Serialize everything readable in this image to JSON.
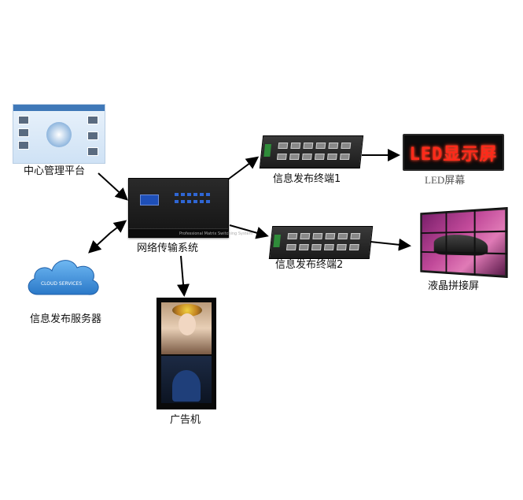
{
  "nodes": {
    "platform": {
      "label": "中心管理平台"
    },
    "network": {
      "label": "网络传输系统",
      "device_text": "Professional Matrix Switching System"
    },
    "terminal1": {
      "label": "信息发布终端1"
    },
    "terminal2": {
      "label": "信息发布终端2"
    },
    "led": {
      "label": "LED屏幕",
      "sign_text": "LED显示屏"
    },
    "videowall": {
      "label": "液晶拼接屏"
    },
    "cloud": {
      "label": "信息发布服务器",
      "cloud_text": "CLOUD SERVICES"
    },
    "kiosk": {
      "label": "广告机"
    }
  },
  "colors": {
    "arrow": "#000000",
    "led_text": "#ff2a1a",
    "cloud": "#3a8fd8"
  }
}
